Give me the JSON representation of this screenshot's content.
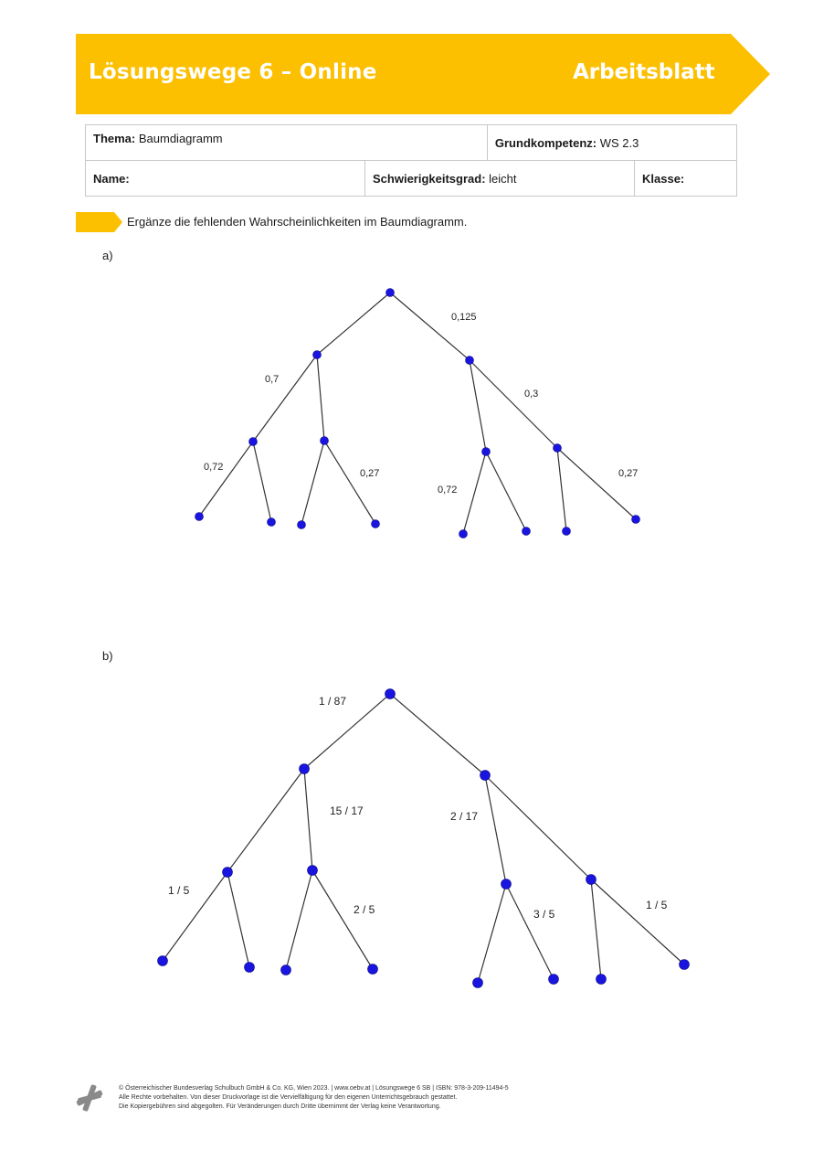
{
  "header": {
    "title": "Lösungswege 6 – Online",
    "doc_type": "Arbeitsblatt",
    "accent_color": "#fcc000"
  },
  "info": {
    "thema_label": "Thema:",
    "thema_value": "Baumdiagramm",
    "grundkompetenz_label": "Grundkompetenz:",
    "grundkompetenz_value": "WS 2.3",
    "name_label": "Name:",
    "schwierigkeit_label": "Schwierigkeitsgrad:",
    "schwierigkeit_value": "leicht",
    "klasse_label": "Klasse:"
  },
  "task": {
    "instruction": "Ergänze die fehlenden Wahrscheinlichkeiten im Baumdiagramm."
  },
  "part_a": {
    "label": "a)",
    "labels": [
      "0,125",
      "0,7",
      "0,3",
      "0,72",
      "0,27",
      "0,72",
      "0,27"
    ]
  },
  "part_b": {
    "label": "b)",
    "labels": [
      "1 / 87",
      "15 / 17",
      "2 / 17",
      "1 / 5",
      "2 / 5",
      "3 / 5",
      "1 / 5"
    ]
  },
  "footer": {
    "line1": "© Österreichischer Bundesverlag Schulbuch GmbH & Co. KG, Wien 2023. | www.oebv.at | Lösungswege 6 SB | ISBN: 978-3-209-11494-5",
    "line2": "Alle Rechte vorbehalten. Von dieser Druckvorlage ist die Vervielfältigung für den eigenen Unterrichtsgebrauch gestattet.",
    "line3": "Die Kopiergebühren sind abgegolten. Für Veränderungen durch Dritte übernimmt der Verlag keine Verantwortung."
  }
}
